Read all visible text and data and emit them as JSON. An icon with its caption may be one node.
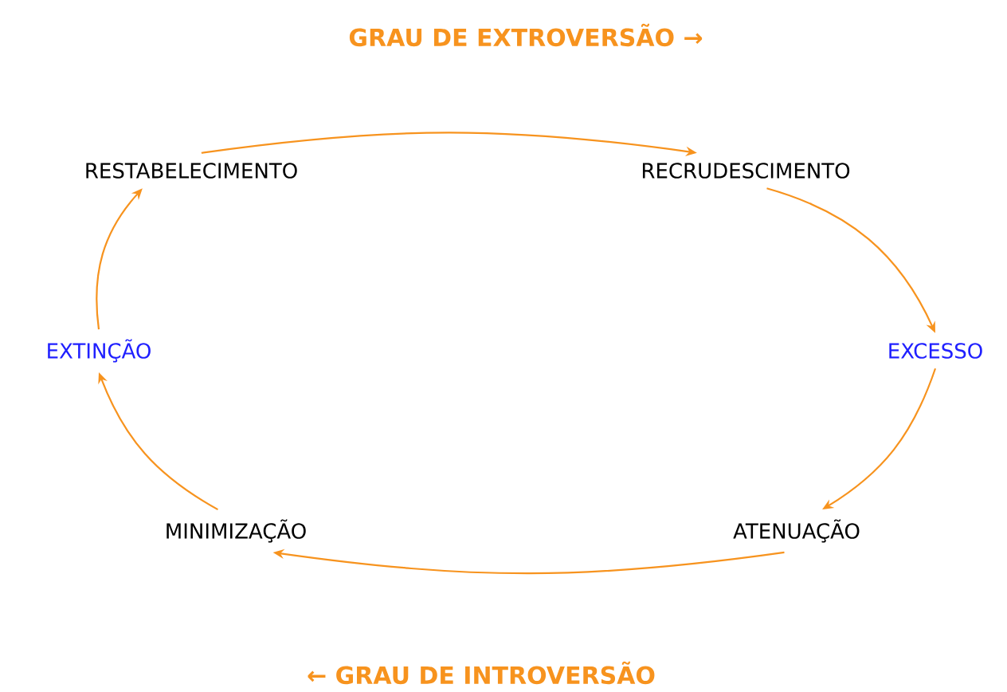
{
  "diagram": {
    "nodes": [
      {
        "text": [
          "RESTABELECIMENTO"
        ]
      },
      {
        "text": [
          "RECRUDESCIMENTO"
        ]
      },
      {
        "text": [
          "EXCESSO"
        ]
      },
      {
        "text": [
          "ATENUAÇÃO"
        ]
      },
      {
        "text": [
          "MINIMIZAÇÃO"
        ]
      },
      {
        "text": [
          "EXTINÇÃO"
        ]
      }
    ],
    "edges": [
      {
        "from": 0,
        "to": 1,
        "arrow": "to"
      },
      {
        "from": 1,
        "to": 2,
        "arrow": "to"
      },
      {
        "from": 2,
        "to": 3,
        "arrow": "to"
      },
      {
        "from": 3,
        "to": 4,
        "arrow": "to"
      },
      {
        "from": 4,
        "to": 5,
        "arrow": "to"
      },
      {
        "from": 5,
        "to": 0,
        "arrow": "to"
      }
    ],
    "labels": [
      "GRAU DE EXTROVERSÃO →",
      "← GRAU DE INTROVERSÃO"
    ]
  }
}
